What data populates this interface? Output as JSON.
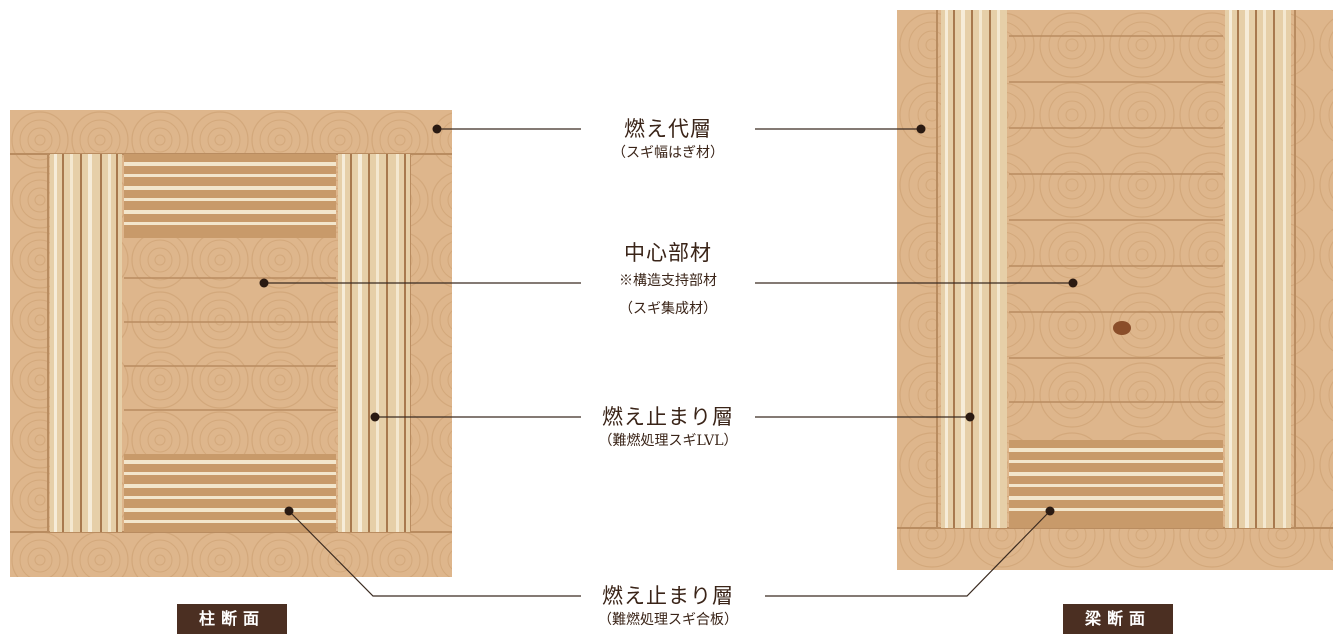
{
  "labels": {
    "charring_layer": {
      "main": "燃え代層",
      "sub": "（スギ幅はぎ材）"
    },
    "core_member": {
      "main": "中心部材",
      "note": "※構造支持部材",
      "sub": "（スギ集成材）"
    },
    "fire_stop_lvl": {
      "main": "燃え止まり層",
      "sub": "（難燃処理スギLVL）"
    },
    "fire_stop_plywood": {
      "main": "燃え止まり層",
      "sub": "（難燃処理スギ合板）"
    }
  },
  "captions": {
    "column": "柱断面",
    "beam": "梁断面"
  },
  "colors": {
    "wood_base": "#dcb48a",
    "wood_dark": "#b88a5e",
    "lvl_light": "#efe3cc",
    "leader_line": "#3a2a20",
    "caption_bg": "#4b2f22"
  }
}
